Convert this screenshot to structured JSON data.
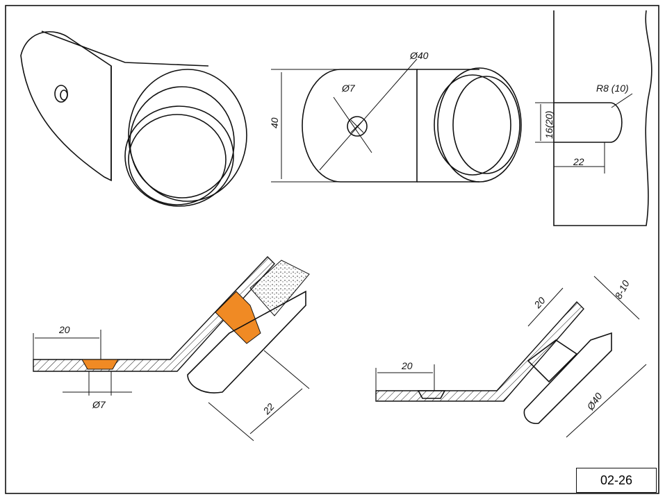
{
  "drawing_number": "02-26",
  "colors": {
    "line": "#111111",
    "highlight": "#f08a24"
  },
  "front_view": {
    "diameter_outer": "Ø40",
    "diameter_hole": "Ø7",
    "height": "40"
  },
  "slot_view": {
    "radius": "R8 (10)",
    "slot_height": "16(20)",
    "slot_depth": "22"
  },
  "section_left": {
    "offset": "20",
    "hole": "Ø7",
    "depth": "22"
  },
  "section_right": {
    "offset": "20",
    "depth": "20",
    "glass": "8-10",
    "diameter": "Ø40"
  }
}
